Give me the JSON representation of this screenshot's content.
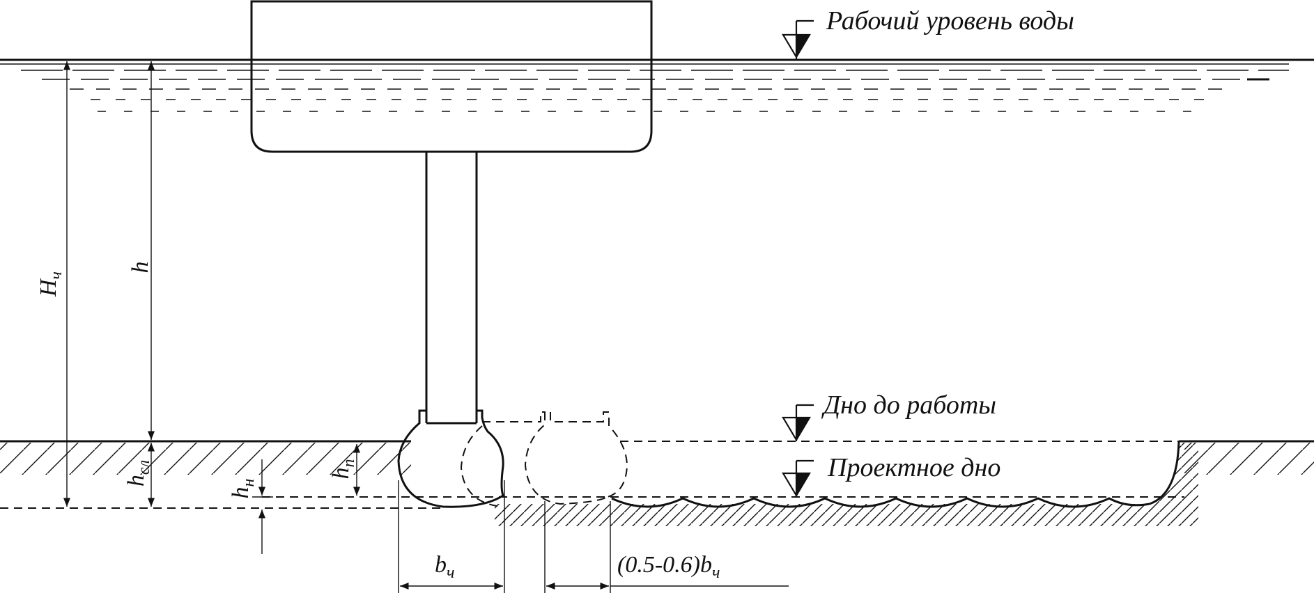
{
  "levels": {
    "water_level": "Рабочий уровень воды",
    "bottom_before": "Дно до работы",
    "design_bottom": "Проектное дно"
  },
  "dimensions": {
    "H_main": "H",
    "H_sub": "ч",
    "h_main": "h",
    "hsl_main": "h",
    "hsl_sub": "сл",
    "hn_main": "h",
    "hn_sub": "н",
    "hp_main": "h",
    "hp_sub": "п",
    "b_main": "b",
    "b_sub": "ч",
    "step_prefix": "(0.5-0.6)",
    "step_main": "b",
    "step_sub": "ч"
  }
}
